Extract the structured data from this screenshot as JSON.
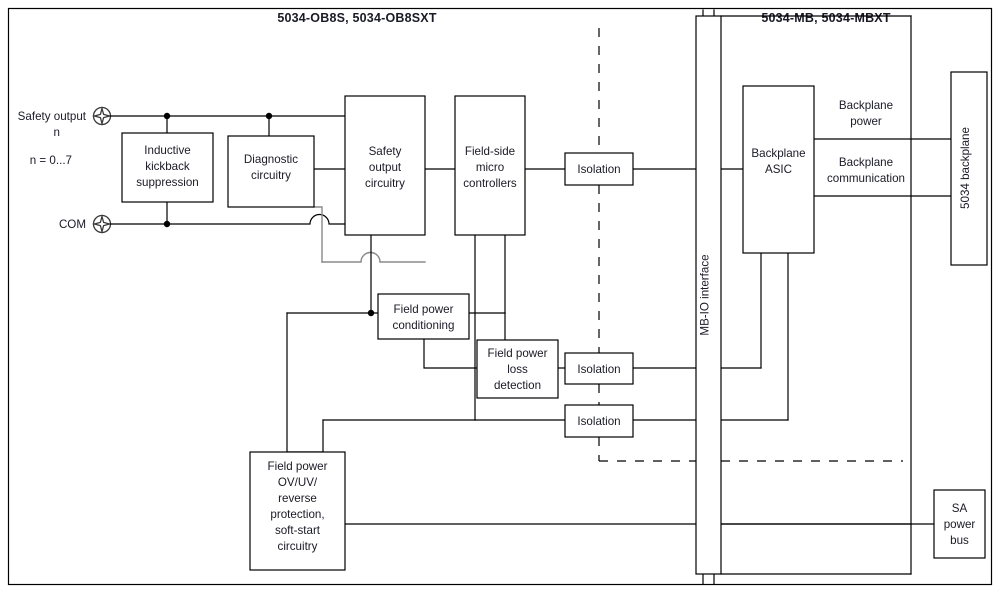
{
  "diagram": {
    "title_left": "5034-OB8S, 5034-OB8SXT",
    "title_right": "5034-MB, 5034-MBXT",
    "terminals": [
      {
        "name": "safety-output",
        "label_line1": "Safety output",
        "label_line2": "n",
        "label_line3": "n = 0...7"
      },
      {
        "name": "com",
        "label": "COM"
      }
    ],
    "blocks": [
      {
        "id": "inductive-kickback-suppression",
        "lines": [
          "Inductive",
          "kickback",
          "suppression"
        ]
      },
      {
        "id": "diagnostic-circuitry",
        "lines": [
          "Diagnostic",
          "circuitry"
        ]
      },
      {
        "id": "safety-output-circuitry",
        "lines": [
          "Safety",
          "output",
          "circuitry"
        ]
      },
      {
        "id": "field-side-micro-controllers",
        "lines": [
          "Field-side",
          "micro",
          "controllers"
        ]
      },
      {
        "id": "isolation-top",
        "lines": [
          "Isolation"
        ]
      },
      {
        "id": "field-power-conditioning",
        "lines": [
          "Field power",
          "conditioning"
        ]
      },
      {
        "id": "field-power-loss-detection",
        "lines": [
          "Field power",
          "loss",
          "detection"
        ]
      },
      {
        "id": "isolation-middle",
        "lines": [
          "Isolation"
        ]
      },
      {
        "id": "isolation-bottom",
        "lines": [
          "Isolation"
        ]
      },
      {
        "id": "field-power-protection",
        "lines": [
          "Field power",
          "OV/UV/",
          "reverse",
          "protection,",
          "soft-start",
          "circuitry"
        ]
      },
      {
        "id": "mb-io-interface",
        "lines": [
          "MB-IO interface"
        ]
      },
      {
        "id": "backplane-asic",
        "lines": [
          "Backplane",
          "ASIC"
        ]
      },
      {
        "id": "backplane-5034",
        "lines": [
          "5034 backplane"
        ]
      },
      {
        "id": "sa-power-bus",
        "lines": [
          "SA",
          "power",
          "bus"
        ]
      }
    ],
    "wire_labels": [
      {
        "id": "backplane-power",
        "lines": [
          "Backplane",
          "power"
        ]
      },
      {
        "id": "backplane-communication",
        "lines": [
          "Backplane",
          "communication"
        ]
      }
    ],
    "colors": {
      "line": "#000000",
      "line_gray": "#8a8a8a",
      "text": "#1a1a26",
      "background": "#ffffff"
    }
  }
}
